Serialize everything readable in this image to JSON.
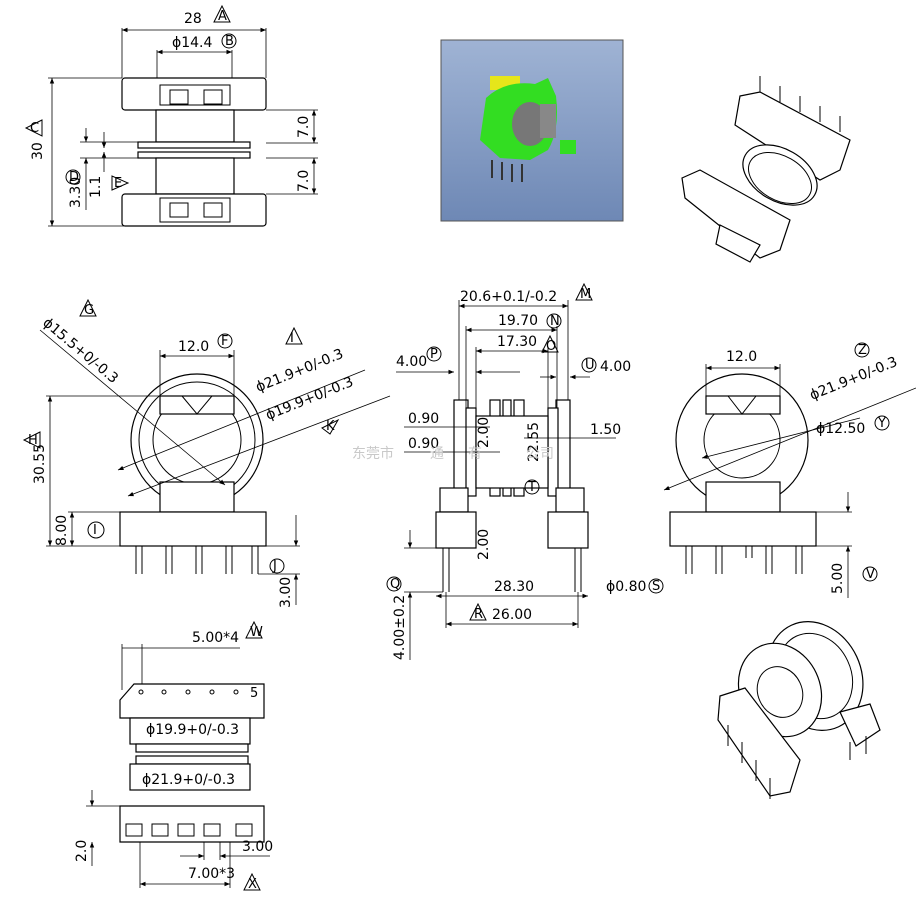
{
  "colors": {
    "render_bg_top": "#9fb3d4",
    "render_bg_bottom": "#6e88b5",
    "part_green": "#33dd22",
    "part_yellow": "#e6e61a"
  },
  "top_view": {
    "w28": "28",
    "tag_a": "A",
    "d144": "ϕ14.4",
    "tag_b": "B",
    "h30": "30",
    "tag_c": "C",
    "h7a": "7.0",
    "h7b": "7.0",
    "h33": "3.30",
    "tag_d": "D",
    "h11": "1.1",
    "tag_e": "E"
  },
  "front_view": {
    "d155": "ϕ15.5+0/-0.3",
    "tag_g": "G",
    "w12": "12.0",
    "tag_f": "F",
    "d219": "ϕ21.9+0/-0.3",
    "tag_i1": "I",
    "d199": "ϕ19.9+0/-0.3",
    "tag_k": "K",
    "h3055": "30.55",
    "tag_h": "H",
    "h8": "8.00",
    "tag_i": "I",
    "h3": "3.00",
    "tag_j": "J"
  },
  "side_view": {
    "w206": "20.6+0.1/-0.2",
    "tag_m": "M",
    "w197": "19.70",
    "tag_n": "N",
    "w173": "17.30",
    "tag_o": "O",
    "w4p": "4.00",
    "tag_p": "P",
    "w4u": "4.00",
    "tag_u": "U",
    "t09a": "0.90",
    "t09b": "0.90",
    "c2a": "2.00",
    "h2255": "22.55",
    "tag_t": "T",
    "t15": "1.50",
    "c2b": "2.00",
    "w283": "28.30",
    "pin08": "ϕ0.80",
    "tag_s": "S",
    "w26": "26.00",
    "tag_r": "R",
    "h4": "4.00±0.2",
    "tag_q": "Q"
  },
  "right_view": {
    "w12": "12.0",
    "d219": "ϕ21.9+0/-0.3",
    "tag_z": "Z",
    "d125": "ϕ12.50",
    "tag_y": "Y",
    "h5": "5.00",
    "tag_v": "V"
  },
  "bottom_view": {
    "p5x4": "5.00*4",
    "tag_w": "W",
    "pin5": "5",
    "d199": "ϕ19.9+0/-0.3",
    "d219": "ϕ21.9+0/-0.3",
    "h2": "2.0",
    "w3": "3.00",
    "p7x3": "7.00*3",
    "tag_x": "X"
  },
  "watermark": "东莞市",
  "watermark2": "通",
  "watermark3": "有",
  "watermark4": "公司"
}
